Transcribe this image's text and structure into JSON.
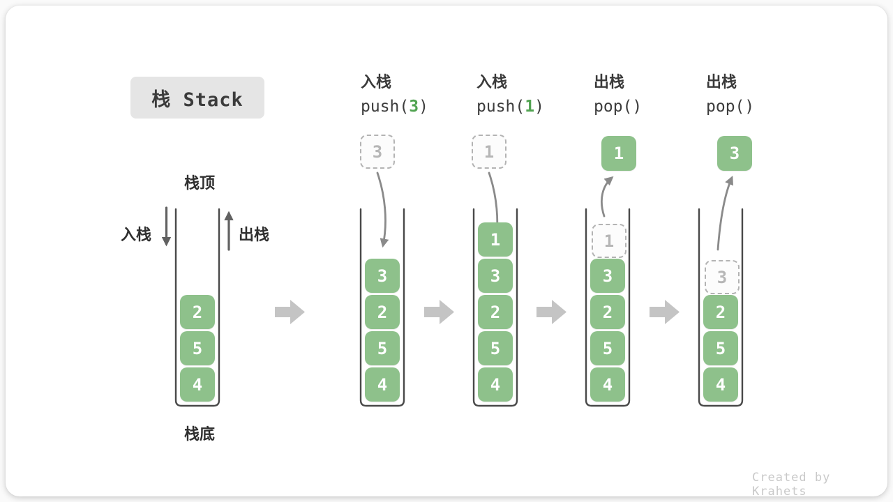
{
  "title": {
    "text": "栈 Stack"
  },
  "legend": {
    "stack_top": "栈顶",
    "stack_bottom": "栈底",
    "push_label": "入栈",
    "pop_label": "出栈"
  },
  "watermark": "Created by Krahets",
  "colors": {
    "block_green": "#8ec18b",
    "code_green": "#51a351",
    "block_arrow_gray": "#c4c4c4",
    "dashed_border": "#b3b3b3",
    "dashed_text": "#b6b6b6",
    "container_wall": "#494949",
    "curve_arrow": "#8a8a8a",
    "side_arrow": "#616161"
  },
  "operations": [
    {
      "label": "入栈",
      "code_pre": "push(",
      "code_arg": "3",
      "code_post": ")"
    },
    {
      "label": "入栈",
      "code_pre": "push(",
      "code_arg": "1",
      "code_post": ")"
    },
    {
      "label": "出栈",
      "code_pre": "pop(",
      "code_arg": "",
      "code_post": ")"
    },
    {
      "label": "出栈",
      "code_pre": "pop(",
      "code_arg": "",
      "code_post": ")"
    }
  ],
  "stacks": [
    {
      "name": "initial",
      "cells": [
        {
          "value": "2"
        },
        {
          "value": "5"
        },
        {
          "value": "4"
        }
      ]
    },
    {
      "name": "after-push-3",
      "incoming": "3",
      "cells": [
        {
          "value": "3"
        },
        {
          "value": "2"
        },
        {
          "value": "5"
        },
        {
          "value": "4"
        }
      ]
    },
    {
      "name": "after-push-1",
      "incoming": "1",
      "cells": [
        {
          "value": "1"
        },
        {
          "value": "3"
        },
        {
          "value": "2"
        },
        {
          "value": "5"
        },
        {
          "value": "4"
        }
      ]
    },
    {
      "name": "after-pop-1",
      "outgoing": "1",
      "ghost": "1",
      "cells": [
        {
          "value": "3"
        },
        {
          "value": "2"
        },
        {
          "value": "5"
        },
        {
          "value": "4"
        }
      ]
    },
    {
      "name": "after-pop-3",
      "outgoing": "3",
      "ghost": "3",
      "cells": [
        {
          "value": "2"
        },
        {
          "value": "5"
        },
        {
          "value": "4"
        }
      ]
    }
  ]
}
